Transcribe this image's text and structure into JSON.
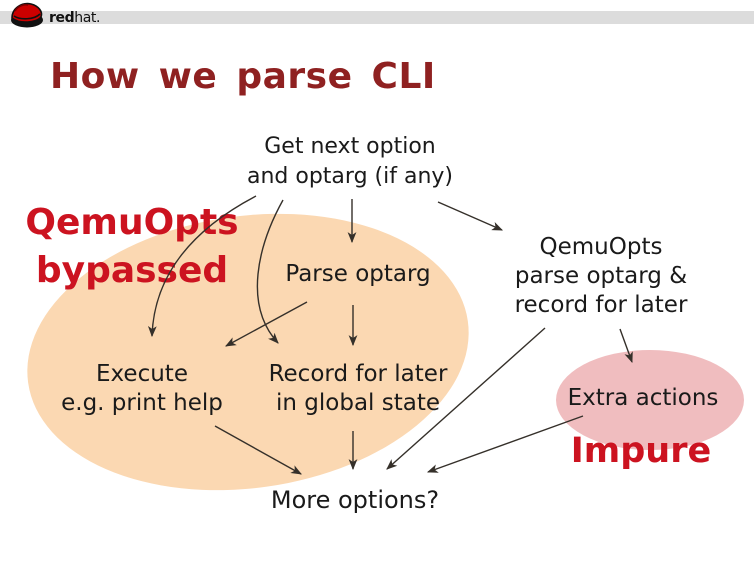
{
  "header": {
    "brand": {
      "red": "red",
      "hat": "hat."
    }
  },
  "title": "How we parse CLI",
  "colors": {
    "title_red": "#8f2121",
    "red_label": "#cc1320",
    "peach_ellipse": "#fbd8b2",
    "pink_ellipse": "#f0bdbf",
    "arrow": "#35302a",
    "band_gray": "#dcdcdc",
    "logo_red": "#cc0000"
  },
  "nodes": {
    "get_next_option": "Get next option\nand optarg (if any)",
    "qemuopts_bypassed": "QemuOpts\nbypassed",
    "parse_optarg": "Parse optarg",
    "qemuopts_parse": "QemuOpts\nparse optarg &\nrecord for later",
    "execute": "Execute\ne.g. print help",
    "record_for_later": "Record for later\nin global state",
    "extra_actions": "Extra actions",
    "impure": "Impure",
    "more_options": "More options?"
  }
}
